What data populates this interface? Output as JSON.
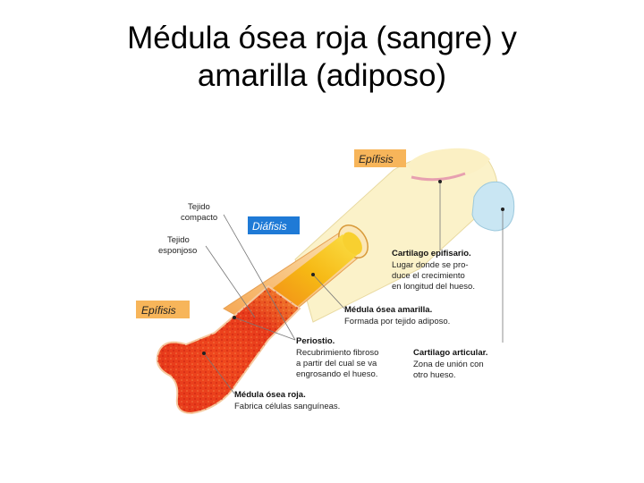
{
  "title": {
    "line1": "Médula ósea roja (sangre) y",
    "line2": "amarilla (adiposo)"
  },
  "tags": {
    "epifisis_top": "Epífisis",
    "diafisis": "Diáfisis",
    "epifisis_bottom": "Epífisis"
  },
  "labels": {
    "tejido_compacto": [
      "Tejido",
      "compacto"
    ],
    "tejido_esponjoso": [
      "Tejido",
      "esponjoso"
    ],
    "cartilago_epifisario": {
      "title": "Cartilago epifisario.",
      "desc": [
        "Lugar donde se pro-",
        "duce el crecimiento",
        "en longitud del hueso."
      ]
    },
    "medula_amarilla": {
      "title": "Médula ósea amarilla.",
      "desc": [
        "Formada por tejido adiposo."
      ]
    },
    "periostio": {
      "title": "Periostio.",
      "desc": [
        "Recubrimiento fibroso",
        "a partir del cual se va",
        "engrosando el hueso."
      ]
    },
    "cartilago_articular": {
      "title": "Cartilago articular.",
      "desc": [
        "Zona de unión con",
        "otro hueso."
      ]
    },
    "medula_roja": {
      "title": "Médula ósea roja.",
      "desc": [
        "Fabrica células sanguíneas."
      ]
    }
  },
  "colors": {
    "bone": "#fbf2c9",
    "red_marrow": "#ee3b1c",
    "yellow_marrow": "#f6c214",
    "cartilage": "#c9e6f3",
    "tag_orange": "#f7b55a",
    "tag_blue": "#1f7ad6"
  }
}
